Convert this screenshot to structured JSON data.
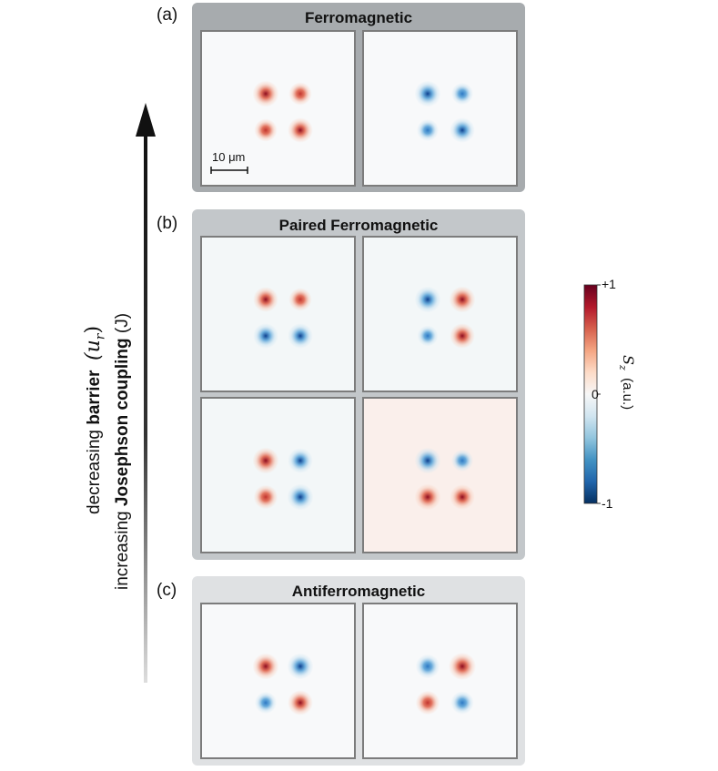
{
  "groups": [
    {
      "id": "a",
      "letter": "(a)",
      "title": "Ferromagnetic",
      "bg": "#a7abae"
    },
    {
      "id": "b",
      "letter": "(b)",
      "title": "Paired Ferromagnetic",
      "bg": "#c3c7ca"
    },
    {
      "id": "c",
      "letter": "(c)",
      "title": "Antiferromagnetic",
      "bg": "#dfe1e3"
    }
  ],
  "scale_bar": {
    "label": "10 μm"
  },
  "axis_arrow": {
    "line1_pre": "decreasing ",
    "line1_bold": "barrier",
    "line1_sym": "(u",
    "line1_sub": "r",
    "line1_close": ")",
    "line2_pre": "increasing ",
    "line2_bold": "Josephson coupling",
    "line2_post": " (J)"
  },
  "colorbar": {
    "label": "S",
    "label_sub": "z",
    "label_unit": "(a.u.)",
    "max": "+1",
    "mid": "0",
    "min": "-1",
    "colors": [
      "#67001f",
      "#b2182b",
      "#d6604d",
      "#f4a582",
      "#fddbc7",
      "#f7f7f7",
      "#d1e5f0",
      "#92c5de",
      "#4393c3",
      "#2166ac",
      "#053061"
    ]
  },
  "panels": [
    {
      "group": "a",
      "spins": [
        0.9,
        0.6,
        0.6,
        0.8
      ],
      "bg": "#f8f9fa"
    },
    {
      "group": "a",
      "spins": [
        -0.9,
        -0.5,
        -0.5,
        -0.8
      ],
      "bg": "#f8f9fa"
    },
    {
      "group": "b",
      "spins": [
        0.8,
        0.6,
        -0.8,
        -0.8
      ],
      "bg": "#f3f7f8"
    },
    {
      "group": "b",
      "spins": [
        -0.9,
        0.9,
        -0.4,
        0.8
      ],
      "bg": "#f3f7f8"
    },
    {
      "group": "b",
      "spins": [
        0.9,
        -0.8,
        0.7,
        -0.9
      ],
      "bg": "#f3f7f8"
    },
    {
      "group": "b",
      "spins": [
        -0.9,
        -0.5,
        0.9,
        0.8
      ],
      "bg": "#faefeb"
    },
    {
      "group": "c",
      "spins": [
        0.9,
        -0.9,
        -0.5,
        0.8
      ],
      "bg": "#f8f9fa"
    },
    {
      "group": "c",
      "spins": [
        -0.7,
        1.0,
        0.7,
        -0.6
      ],
      "bg": "#f8f9fa"
    }
  ]
}
